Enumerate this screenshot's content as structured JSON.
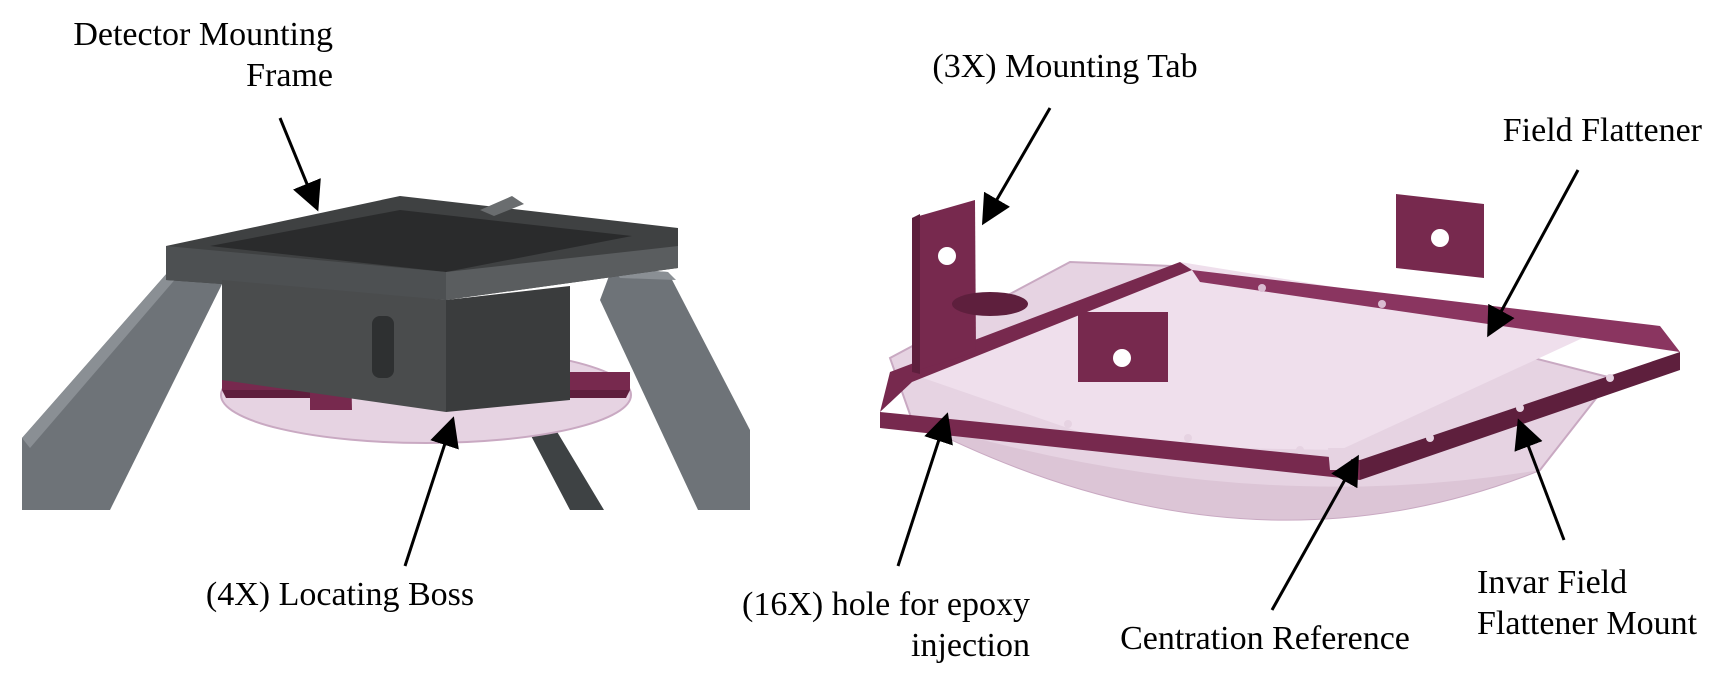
{
  "labels": {
    "detector_frame": [
      "Detector Mounting",
      "Frame"
    ],
    "locating_boss": "(4X) Locating Boss",
    "mounting_tab": "(3X) Mounting Tab",
    "field_flattener": "Field Flattener",
    "epoxy_hole": [
      "(16X) hole for epoxy",
      "injection"
    ],
    "centration_reference": "Centration Reference",
    "invar_mount": [
      "Invar Field",
      "Flattener Mount"
    ]
  },
  "colors": {
    "frame": "#4a4c4d",
    "frame_dark": "#323435",
    "legs": "#6e7378",
    "mount": "#77294e",
    "mount_dark": "#5e1f3d",
    "lens": "#e6d3e2",
    "lens_edge": "#c9a9c2"
  }
}
